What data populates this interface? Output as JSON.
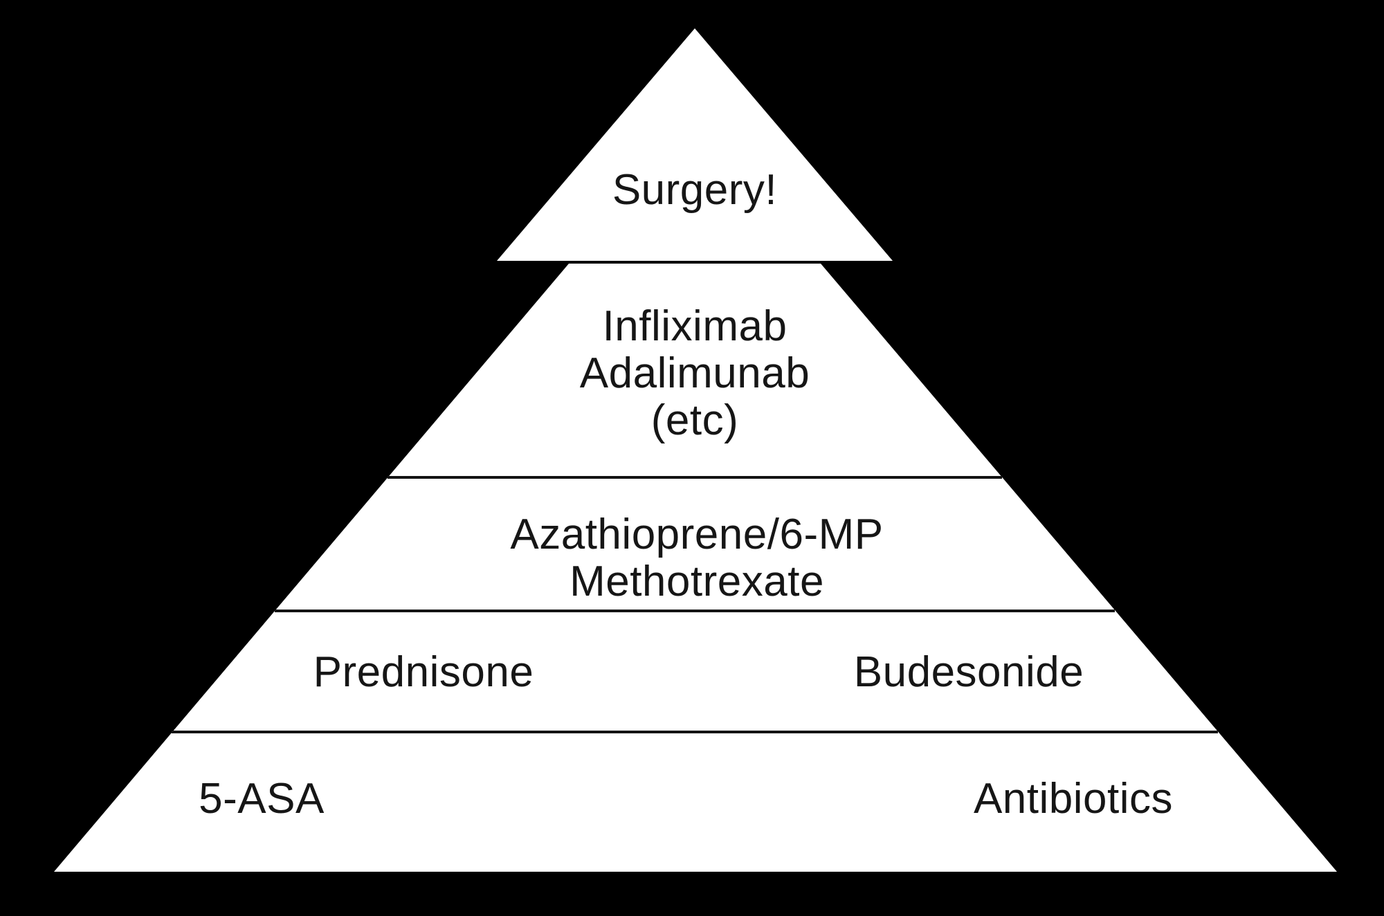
{
  "colors": {
    "background": "#000000",
    "pyramid_fill": "#ffffff",
    "text": "#161616",
    "divider": "#141414"
  },
  "pyramid": {
    "apex": {
      "label": "Surgery!"
    },
    "tier_biologics": {
      "line1": "Infliximab",
      "line2": "Adalimunab",
      "line3": "(etc)"
    },
    "tier_immunomodulators": {
      "line1": "Azathioprene/6-MP",
      "line2": "Methotrexate"
    },
    "tier_steroids": {
      "left": "Prednisone",
      "right": "Budesonide"
    },
    "tier_base": {
      "left": "5-ASA",
      "right": "Antibiotics"
    }
  }
}
